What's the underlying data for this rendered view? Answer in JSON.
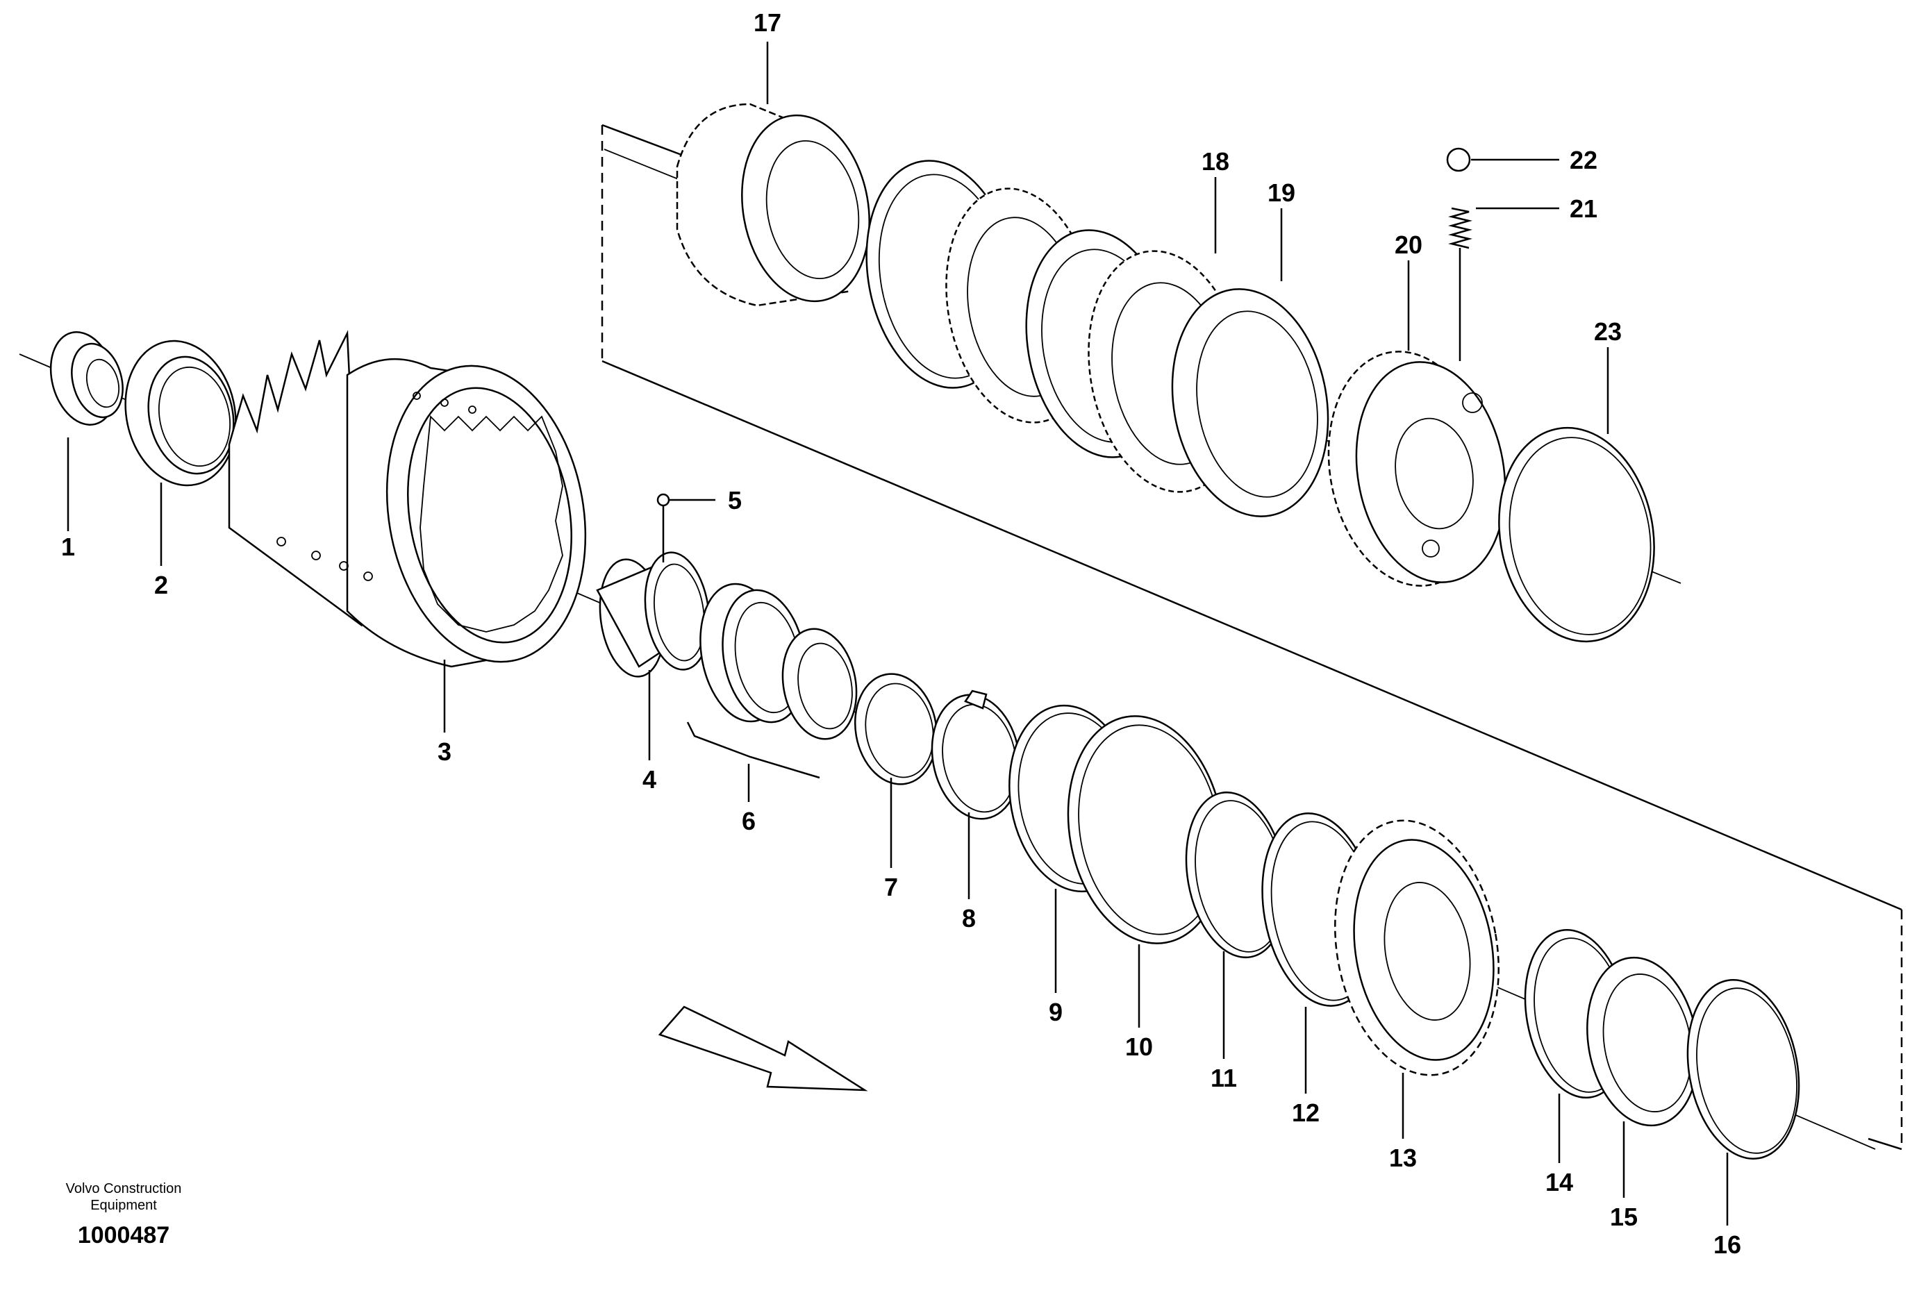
{
  "callouts": [
    {
      "id": "1",
      "label": "1"
    },
    {
      "id": "2",
      "label": "2"
    },
    {
      "id": "3",
      "label": "3"
    },
    {
      "id": "4",
      "label": "4"
    },
    {
      "id": "5",
      "label": "5"
    },
    {
      "id": "6",
      "label": "6"
    },
    {
      "id": "7",
      "label": "7"
    },
    {
      "id": "8",
      "label": "8"
    },
    {
      "id": "9",
      "label": "9"
    },
    {
      "id": "10",
      "label": "10"
    },
    {
      "id": "11",
      "label": "11"
    },
    {
      "id": "12",
      "label": "12"
    },
    {
      "id": "13",
      "label": "13"
    },
    {
      "id": "14",
      "label": "14"
    },
    {
      "id": "15",
      "label": "15"
    },
    {
      "id": "16",
      "label": "16"
    },
    {
      "id": "17",
      "label": "17"
    },
    {
      "id": "18",
      "label": "18"
    },
    {
      "id": "19",
      "label": "19"
    },
    {
      "id": "20",
      "label": "20"
    },
    {
      "id": "21",
      "label": "21"
    },
    {
      "id": "22",
      "label": "22"
    },
    {
      "id": "23",
      "label": "23"
    }
  ],
  "credit": {
    "line1": "Volvo Construction",
    "line2": "Equipment"
  },
  "drawing_number": "1000487"
}
